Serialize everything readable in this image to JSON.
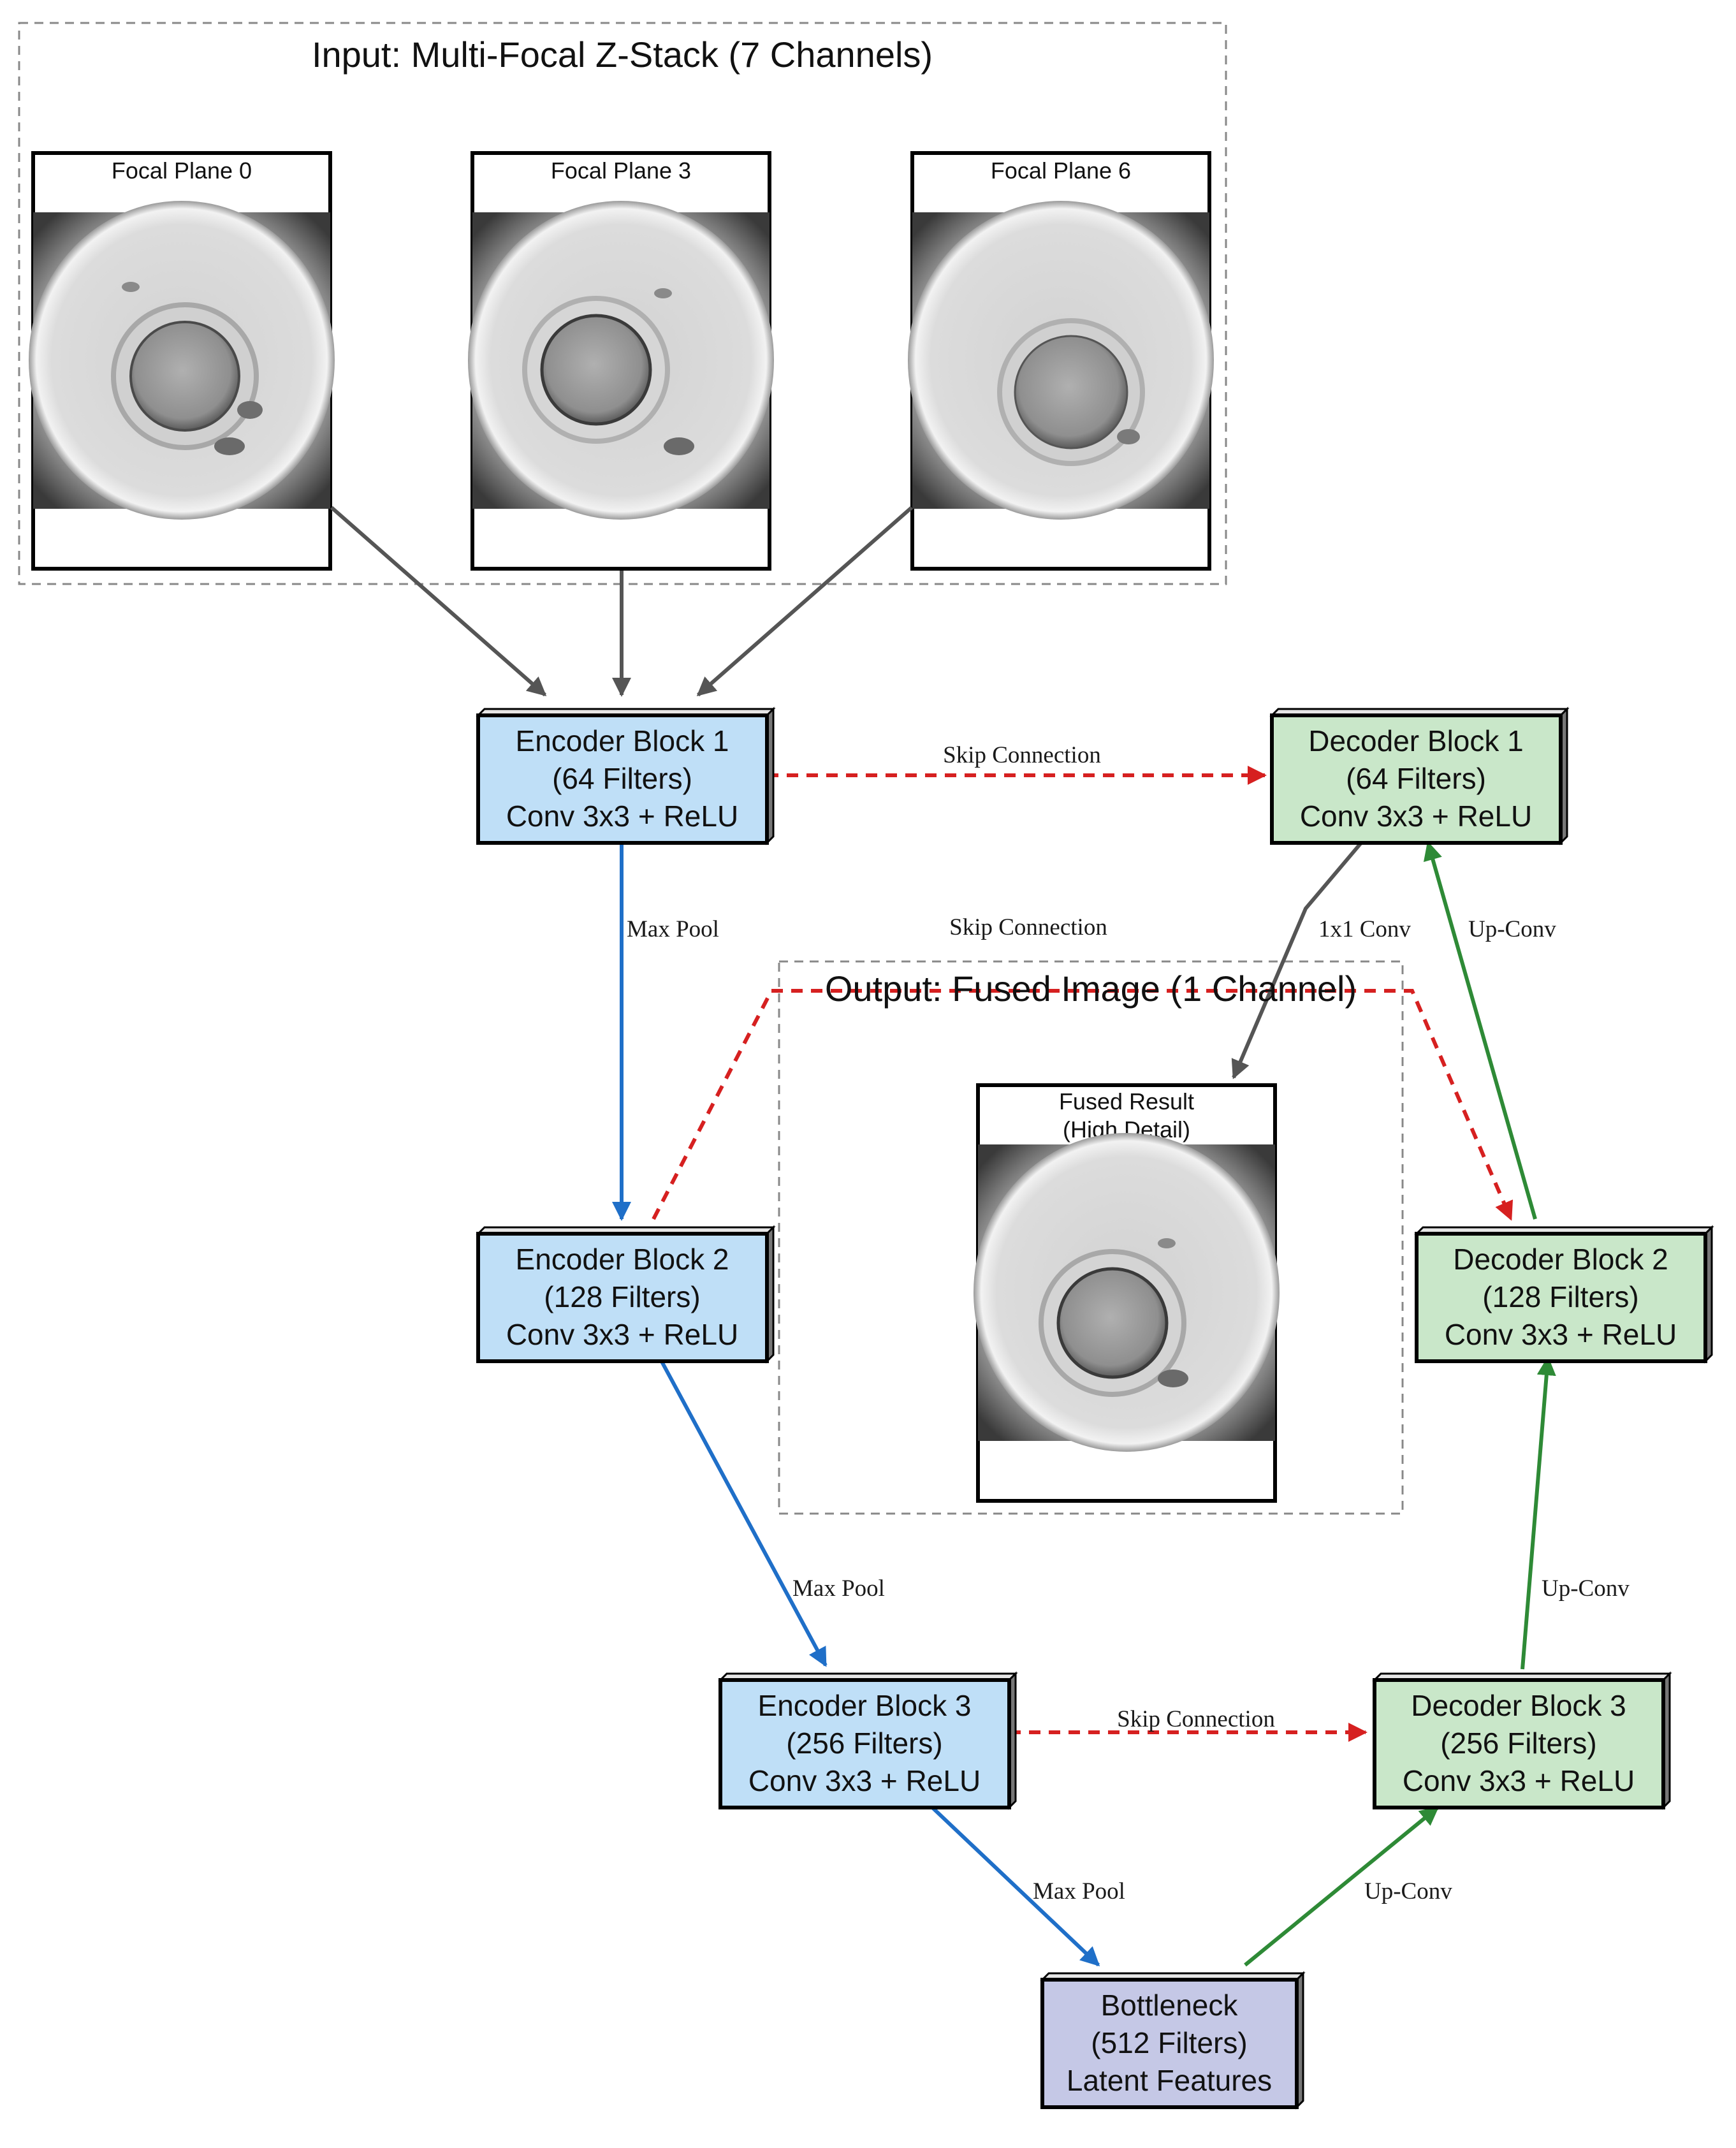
{
  "input_cluster": {
    "title": "Input: Multi-Focal Z-Stack (7 Channels)"
  },
  "output_cluster": {
    "title": "Output: Fused Image (1 Channel)"
  },
  "focal_planes": [
    {
      "title": "Focal Plane 0"
    },
    {
      "title": "Focal Plane 3"
    },
    {
      "title": "Focal Plane 6"
    }
  ],
  "fused": {
    "line1": "Fused Result",
    "line2": "(High Detail)"
  },
  "blocks": {
    "enc1": {
      "line1": "Encoder Block 1",
      "line2": "(64 Filters)",
      "line3": "Conv 3x3 + ReLU"
    },
    "enc2": {
      "line1": "Encoder Block 2",
      "line2": "(128 Filters)",
      "line3": "Conv 3x3 + ReLU"
    },
    "enc3": {
      "line1": "Encoder Block 3",
      "line2": "(256 Filters)",
      "line3": "Conv 3x3 + ReLU"
    },
    "bottleneck": {
      "line1": "Bottleneck",
      "line2": "(512 Filters)",
      "line3": "Latent Features"
    },
    "dec1": {
      "line1": "Decoder Block 1",
      "line2": "(64 Filters)",
      "line3": "Conv 3x3 + ReLU"
    },
    "dec2": {
      "line1": "Decoder Block 2",
      "line2": "(128 Filters)",
      "line3": "Conv 3x3 + ReLU"
    },
    "dec3": {
      "line1": "Decoder Block 3",
      "line2": "(256 Filters)",
      "line3": "Conv 3x3 + ReLU"
    }
  },
  "edge_labels": {
    "skip1": "Skip Connection",
    "skip2": "Skip Connection",
    "skip3": "Skip Connection",
    "pool1": "Max Pool",
    "pool2": "Max Pool",
    "pool3": "Max Pool",
    "upconv_b": "Up-Conv",
    "upconv_3": "Up-Conv",
    "upconv_2": "Up-Conv",
    "conv1x1": "1x1 Conv"
  },
  "colors": {
    "encoder_fill": "#bfdff7",
    "decoder_fill": "#c9e7c9",
    "bottleneck_fill": "#c5c8e6",
    "encoder_edge": "#1f6fc8",
    "decoder_edge": "#2e8a36",
    "skip_edge": "#d62020",
    "input_edge": "#555555"
  }
}
